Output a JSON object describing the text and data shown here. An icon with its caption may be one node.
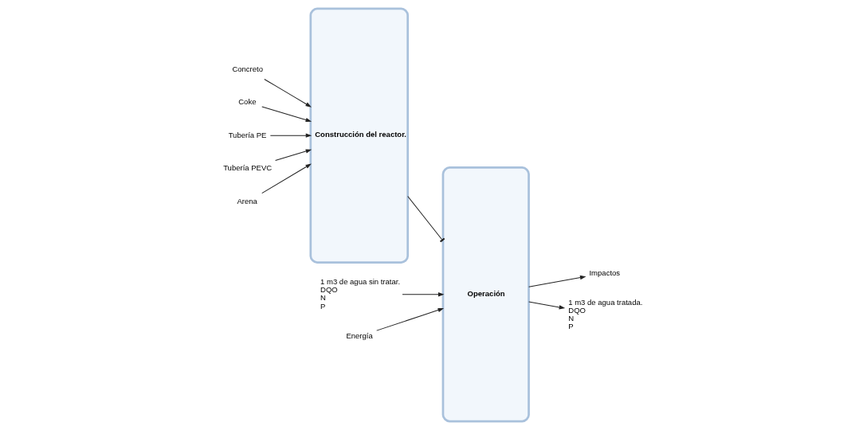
{
  "diagram": {
    "nodes": [
      {
        "text": [
          "Concreto"
        ]
      },
      {
        "text": [
          "Coke"
        ]
      },
      {
        "text": [
          "Tubería PE"
        ]
      },
      {
        "text": [
          "Tubería PEVC"
        ]
      },
      {
        "text": [
          "Arena"
        ]
      },
      {
        "text": [
          "Construcción del reactor."
        ]
      },
      {
        "text": [
          "Operación"
        ]
      },
      {
        "text": [
          "1 m3 de agua sin tratar.",
          "DQO",
          "N",
          "P"
        ]
      },
      {
        "text": [
          "Energía"
        ]
      },
      {
        "text": [
          "Impactos"
        ]
      },
      {
        "text": [
          "1 m3 de agua tratada.",
          "DQO",
          "N",
          "P"
        ]
      }
    ],
    "edges": [
      {
        "from": 0,
        "to": 5,
        "arrow": "to"
      },
      {
        "from": 1,
        "to": 5,
        "arrow": "to"
      },
      {
        "from": 2,
        "to": 5,
        "arrow": "to"
      },
      {
        "from": 3,
        "to": 5,
        "arrow": "to"
      },
      {
        "from": 4,
        "to": 5,
        "arrow": "to"
      },
      {
        "from": 5,
        "to": 6,
        "arrow": "other"
      },
      {
        "from": 7,
        "to": 6,
        "arrow": "to"
      },
      {
        "from": 8,
        "to": 6,
        "arrow": "to"
      },
      {
        "from": 6,
        "to": 9,
        "arrow": "to"
      },
      {
        "from": 6,
        "to": 10,
        "arrow": "to"
      }
    ]
  }
}
